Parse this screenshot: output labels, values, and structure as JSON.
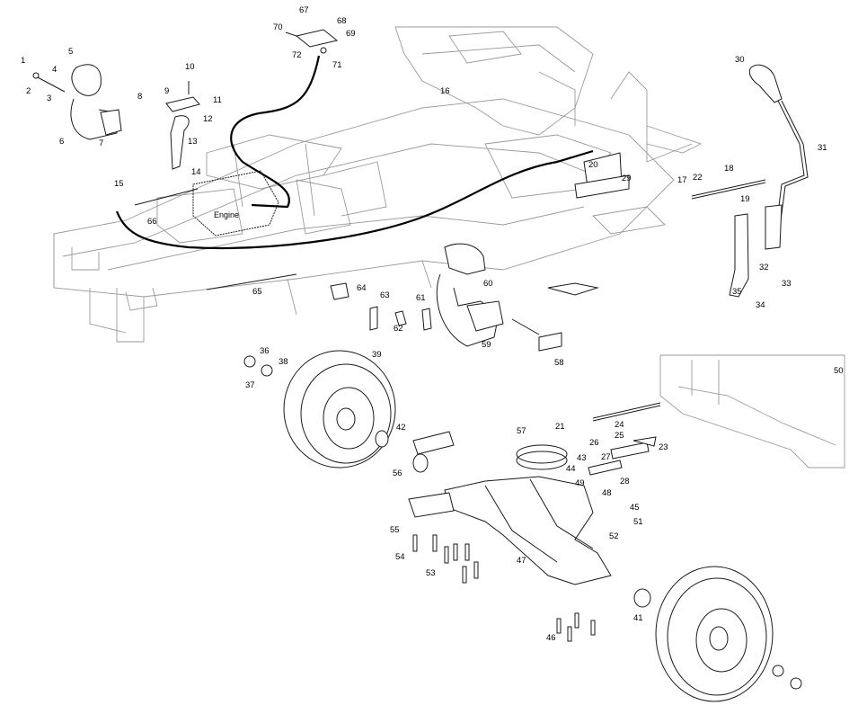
{
  "callouts": [
    "1",
    "2",
    "3",
    "4",
    "5",
    "6",
    "7",
    "8",
    "9",
    "10",
    "11",
    "12",
    "13",
    "14",
    "15",
    "16",
    "17",
    "18",
    "19",
    "20",
    "21",
    "22",
    "23",
    "24",
    "25",
    "26",
    "27",
    "28",
    "29",
    "30",
    "31",
    "32",
    "33",
    "34",
    "35",
    "36",
    "37",
    "38",
    "39",
    "41",
    "42",
    "43",
    "44",
    "45",
    "46",
    "47",
    "48",
    "49",
    "50",
    "51",
    "52",
    "53",
    "54",
    "55",
    "56",
    "57",
    "58",
    "59",
    "60",
    "61",
    "62",
    "63",
    "64",
    "65",
    "66",
    "67",
    "68",
    "69",
    "70",
    "71",
    "72"
  ],
  "engine_label": "Engine",
  "colors": {
    "line": "#1a1a1a",
    "light_line": "#9a9a9a",
    "background": "#ffffff"
  }
}
